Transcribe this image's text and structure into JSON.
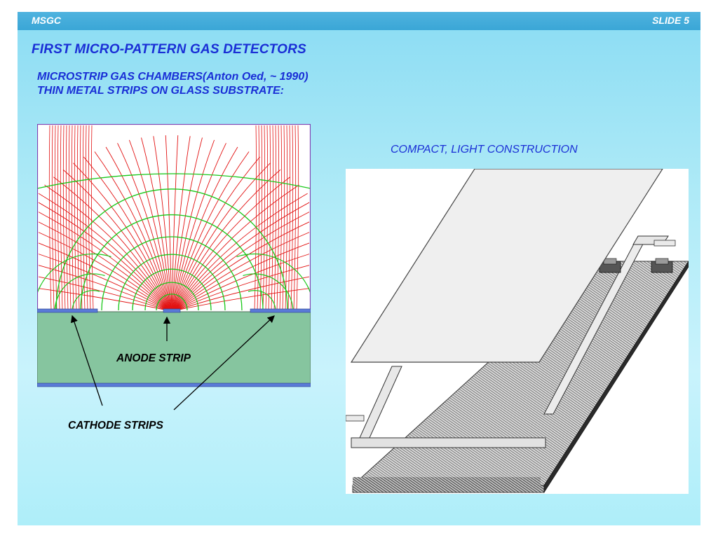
{
  "header": {
    "left": "MSGC",
    "right": "SLIDE 5"
  },
  "title": "FIRST MICRO-PATTERN GAS DETECTORS",
  "subtitle_lines": [
    "MICROSTRIP GAS CHAMBERS(Anton Oed, ~ 1990)",
    "THIN METAL STRIPS ON GLASS SUBSTRATE:"
  ],
  "diagram": {
    "anode_label": "ANODE STRIP",
    "cathode_label": "CATHODE STRIPS"
  },
  "construction_label": "COMPACT, LIGHT CONSTRUCTION",
  "colors": {
    "title_blue": "#1a2fd6",
    "field_line_red": "#e21010",
    "equipotential_green": "#18c818",
    "substrate_green": "#86c59f",
    "strip_blue": "#5a7ad8"
  }
}
